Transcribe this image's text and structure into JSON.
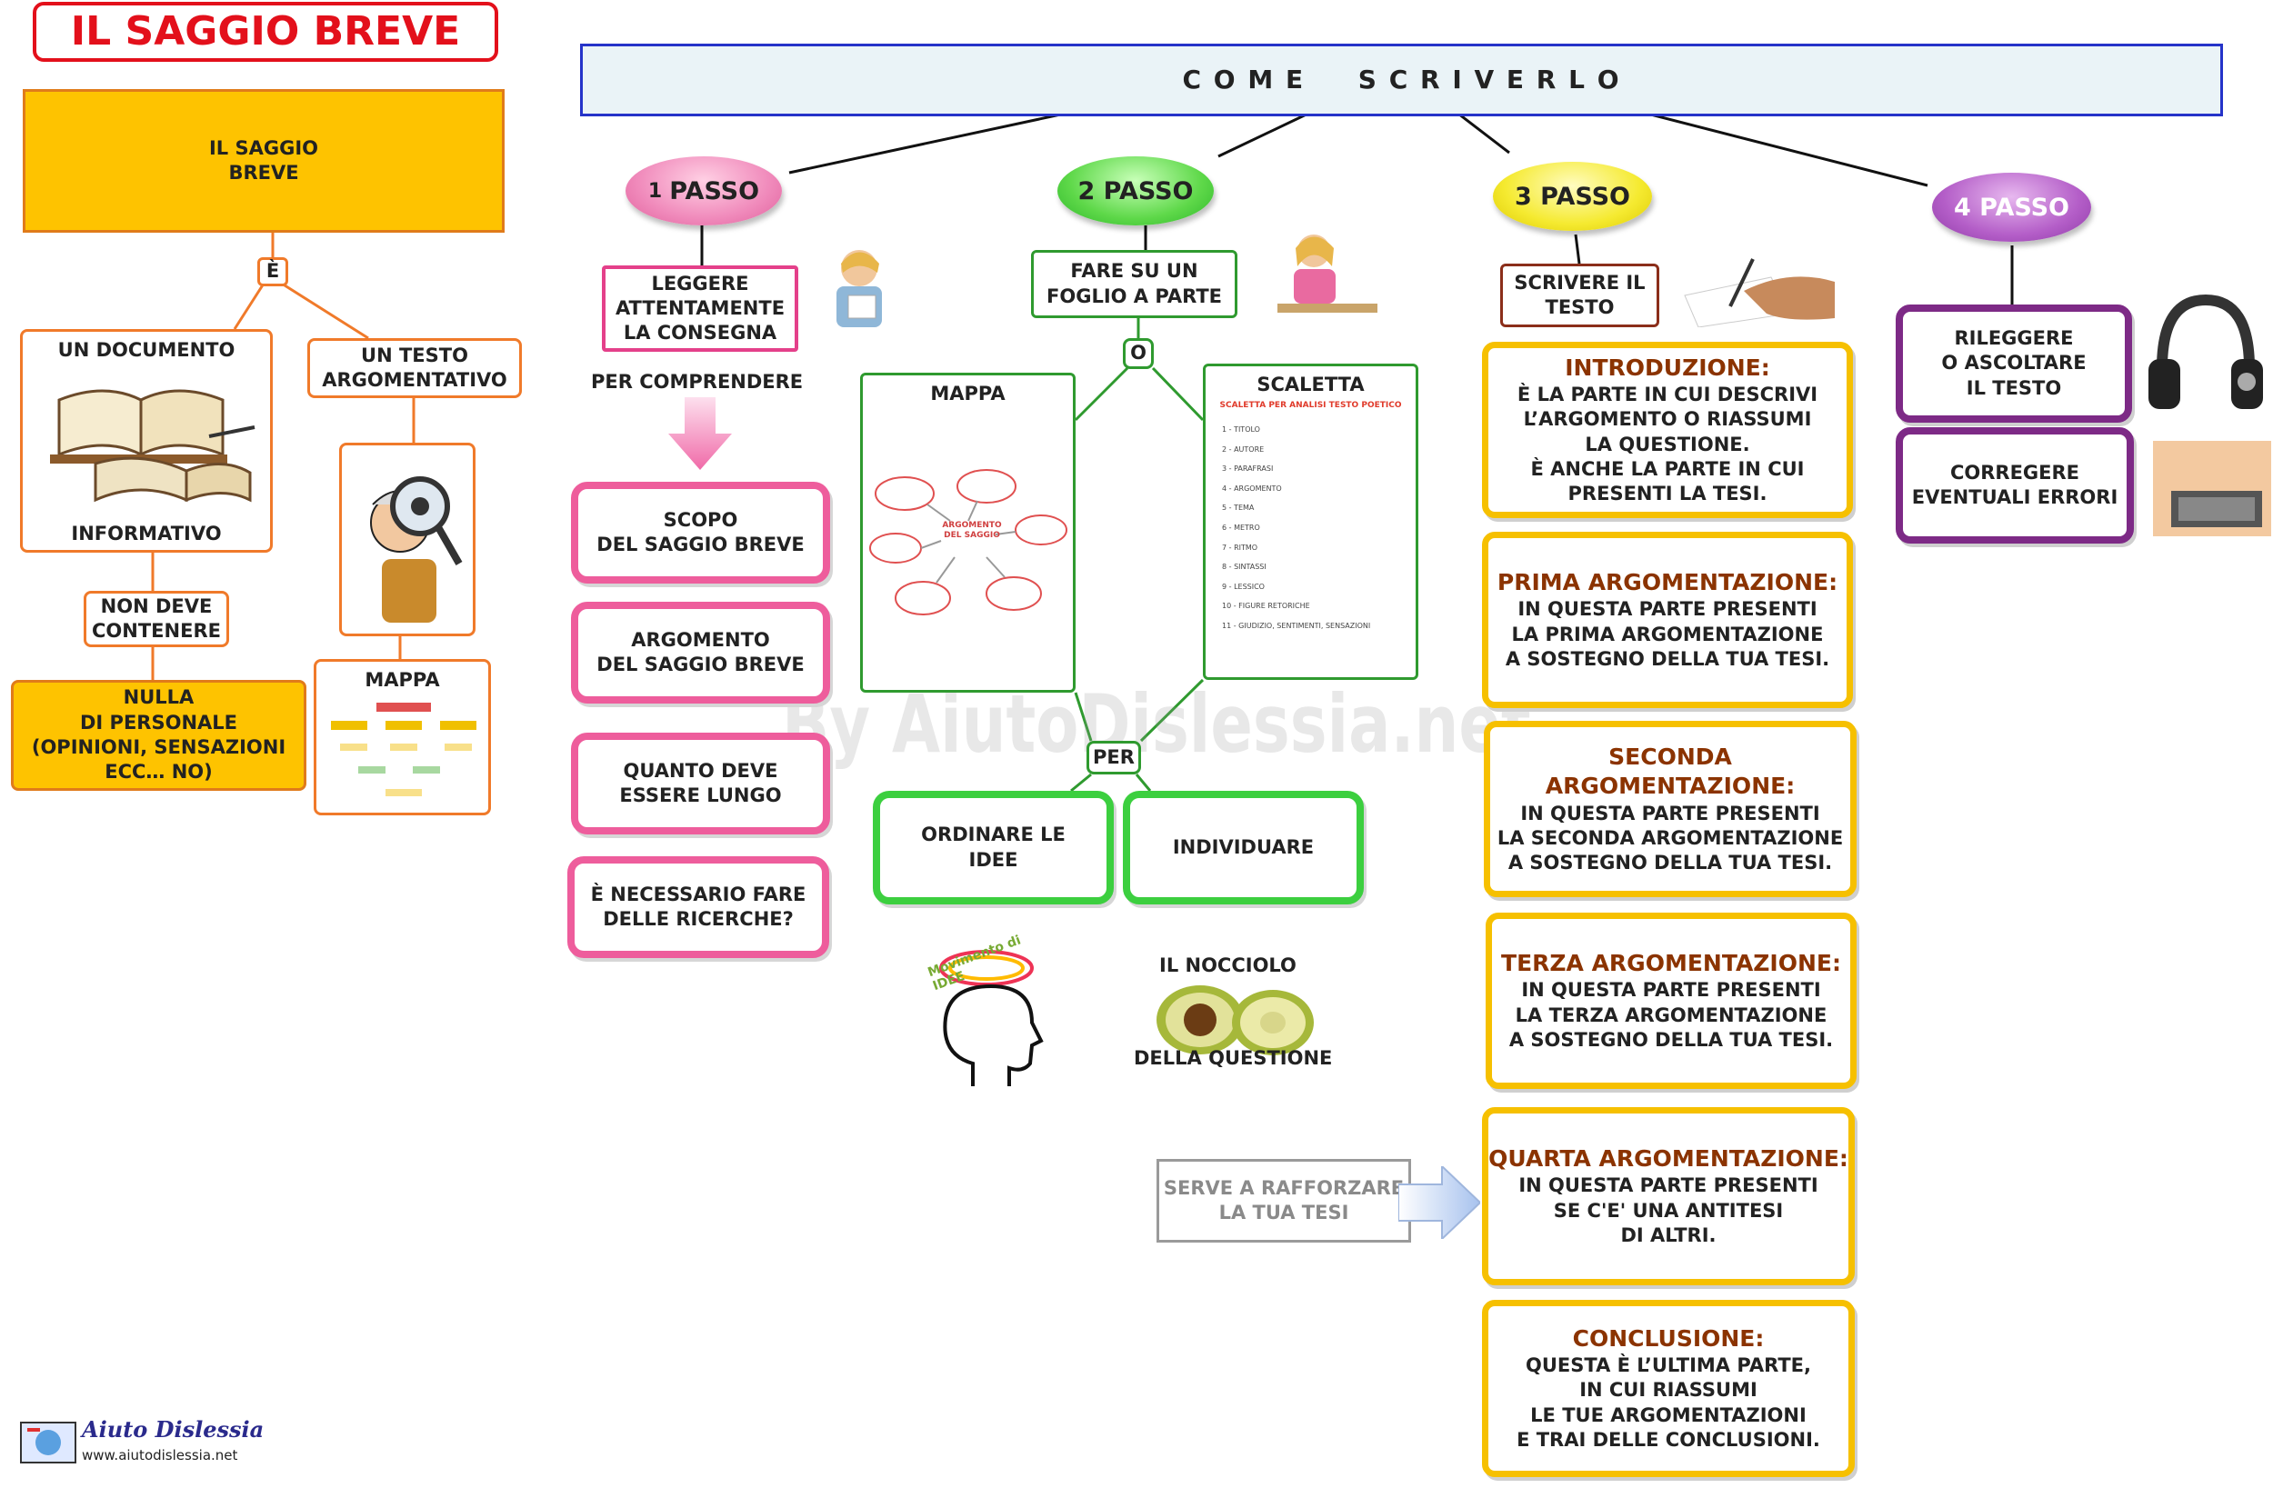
{
  "title": "IL SAGGIO BREVE",
  "header": "C O M E     S C R I V E R L O",
  "watermark": "By AiutoDislessia.net",
  "left": {
    "main": "IL SAGGIO\nBREVE",
    "connector": "È",
    "documento_top": "UN DOCUMENTO",
    "documento_bottom": "INFORMATIVO",
    "testo": "UN TESTO\nARGOMENTATIVO",
    "non_deve": "NON DEVE\nCONTENERE",
    "nulla": "NULLA\nDI PERSONALE\n(OPINIONI, SENSAZIONI\nECC… NO)",
    "mappa": "MAPPA"
  },
  "step1": {
    "num": "1",
    "label": "PASSO",
    "leggere": "LEGGERE\nATTENTAMENTE\nLA CONSEGNA",
    "per_comprendere": "PER COMPRENDERE",
    "items": [
      "SCOPO\nDEL SAGGIO BREVE",
      "ARGOMENTO\nDEL SAGGIO BREVE",
      "QUANTO DEVE\nESSERE LUNGO",
      "È NECESSARIO FARE\nDELLE RICERCHE?"
    ]
  },
  "step2": {
    "label": "2 PASSO",
    "fare": "FARE SU UN\nFOGLIO A PARTE",
    "o": "O",
    "mappa": "MAPPA",
    "mappa_center": "ARGOMENTO\nDEL SAGGIO",
    "scaletta": "SCALETTA",
    "scaletta_sub": "SCALETTA PER ANALISI TESTO POETICO",
    "scaletta_items": [
      "1 - TITOLO",
      "2 - AUTORE",
      "3 - PARAFRASI",
      "4 - ARGOMENTO",
      "5 - TEMA",
      "6 - METRO",
      "7 - RITMO",
      "8 - SINTASSI",
      "9 - LESSICO",
      "10 - FIGURE RETORICHE",
      "11 - GIUDIZIO, SENTIMENTI, SENSAZIONI"
    ],
    "per": "PER",
    "ordinare": "ORDINARE LE\nIDEE",
    "individuare": "INDIVIDUARE",
    "movimento": "Movimento di IDEE",
    "nocciolo_top": "IL NOCCIOLO",
    "nocciolo_bottom": "DELLA QUESTIONE"
  },
  "step3": {
    "label": "3 PASSO",
    "scrivere": "SCRIVERE IL\nTESTO",
    "sections": [
      {
        "head": "INTRODUZIONE:",
        "body": "È LA PARTE IN CUI DESCRIVI\nL’ARGOMENTO O RIASSUMI\nLA QUESTIONE.\nÈ ANCHE LA PARTE IN CUI\nPRESENTI LA TESI."
      },
      {
        "head": "PRIMA ARGOMENTAZIONE:",
        "body": "IN QUESTA PARTE PRESENTI\nLA PRIMA ARGOMENTAZIONE\nA SOSTEGNO DELLA TUA TESI."
      },
      {
        "head": "SECONDA ARGOMENTAZIONE:",
        "body": "IN QUESTA PARTE PRESENTI\nLA SECONDA ARGOMENTAZIONE\nA SOSTEGNO DELLA TUA TESI."
      },
      {
        "head": "TERZA ARGOMENTAZIONE:",
        "body": "IN QUESTA PARTE PRESENTI\nLA TERZA ARGOMENTAZIONE\nA SOSTEGNO DELLA TUA TESI."
      },
      {
        "head": "QUARTA ARGOMENTAZIONE:",
        "body": "IN QUESTA PARTE PRESENTI\nSE C'E' UNA ANTITESI\nDI ALTRI."
      },
      {
        "head": "CONCLUSIONE:",
        "body": "QUESTA È L’ULTIMA PARTE,\nIN CUI RIASSUMI\nLE TUE ARGOMENTAZIONI\nE TRAI DELLE CONCLUSIONI."
      }
    ],
    "serve": "SERVE A RAFFORZARE\nLA TUA TESI"
  },
  "step4": {
    "label": "4 PASSO",
    "rileggere": "RILEGGERE\nO ASCOLTARE\nIL TESTO",
    "correggere": "CORREGERE\nEVENTUALI ERRORI"
  },
  "footer": {
    "logo": "Aiuto Dislessia",
    "url": "www.aiutodislessia.net"
  }
}
